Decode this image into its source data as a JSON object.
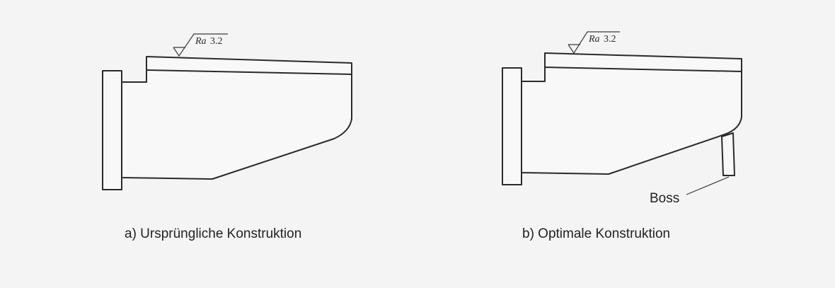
{
  "diagram_a": {
    "roughness_symbol": "Ra",
    "roughness_value": "3.2",
    "caption": "a) Ursprüngliche Konstruktion"
  },
  "diagram_b": {
    "roughness_symbol": "Ra",
    "roughness_value": "3.2",
    "boss_label": "Boss",
    "caption": "b) Optimale Konstruktion"
  }
}
